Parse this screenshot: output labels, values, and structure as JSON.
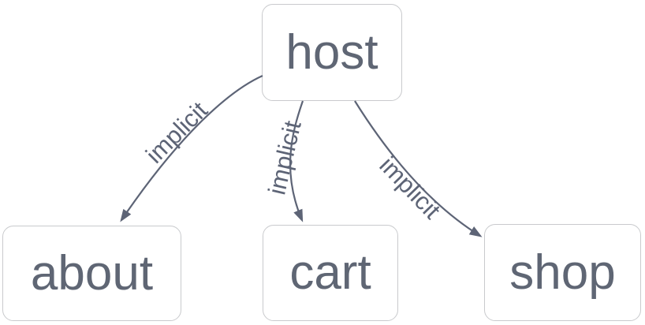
{
  "diagram": {
    "type": "flowchart",
    "colors": {
      "background": "#ffffff",
      "node_fill": "#ffffff",
      "node_border": "#c9cacd",
      "node_text": "#5f6674",
      "edge_stroke": "#5d6476",
      "edge_label_text": "#5d6476"
    },
    "nodes": [
      {
        "id": "host",
        "label": "host"
      },
      {
        "id": "about",
        "label": "about"
      },
      {
        "id": "cart",
        "label": "cart"
      },
      {
        "id": "shop",
        "label": "shop"
      }
    ],
    "edges": [
      {
        "from": "host",
        "to": "about",
        "label": "implicit"
      },
      {
        "from": "host",
        "to": "cart",
        "label": "implicit"
      },
      {
        "from": "host",
        "to": "shop",
        "label": "implicit"
      }
    ]
  }
}
